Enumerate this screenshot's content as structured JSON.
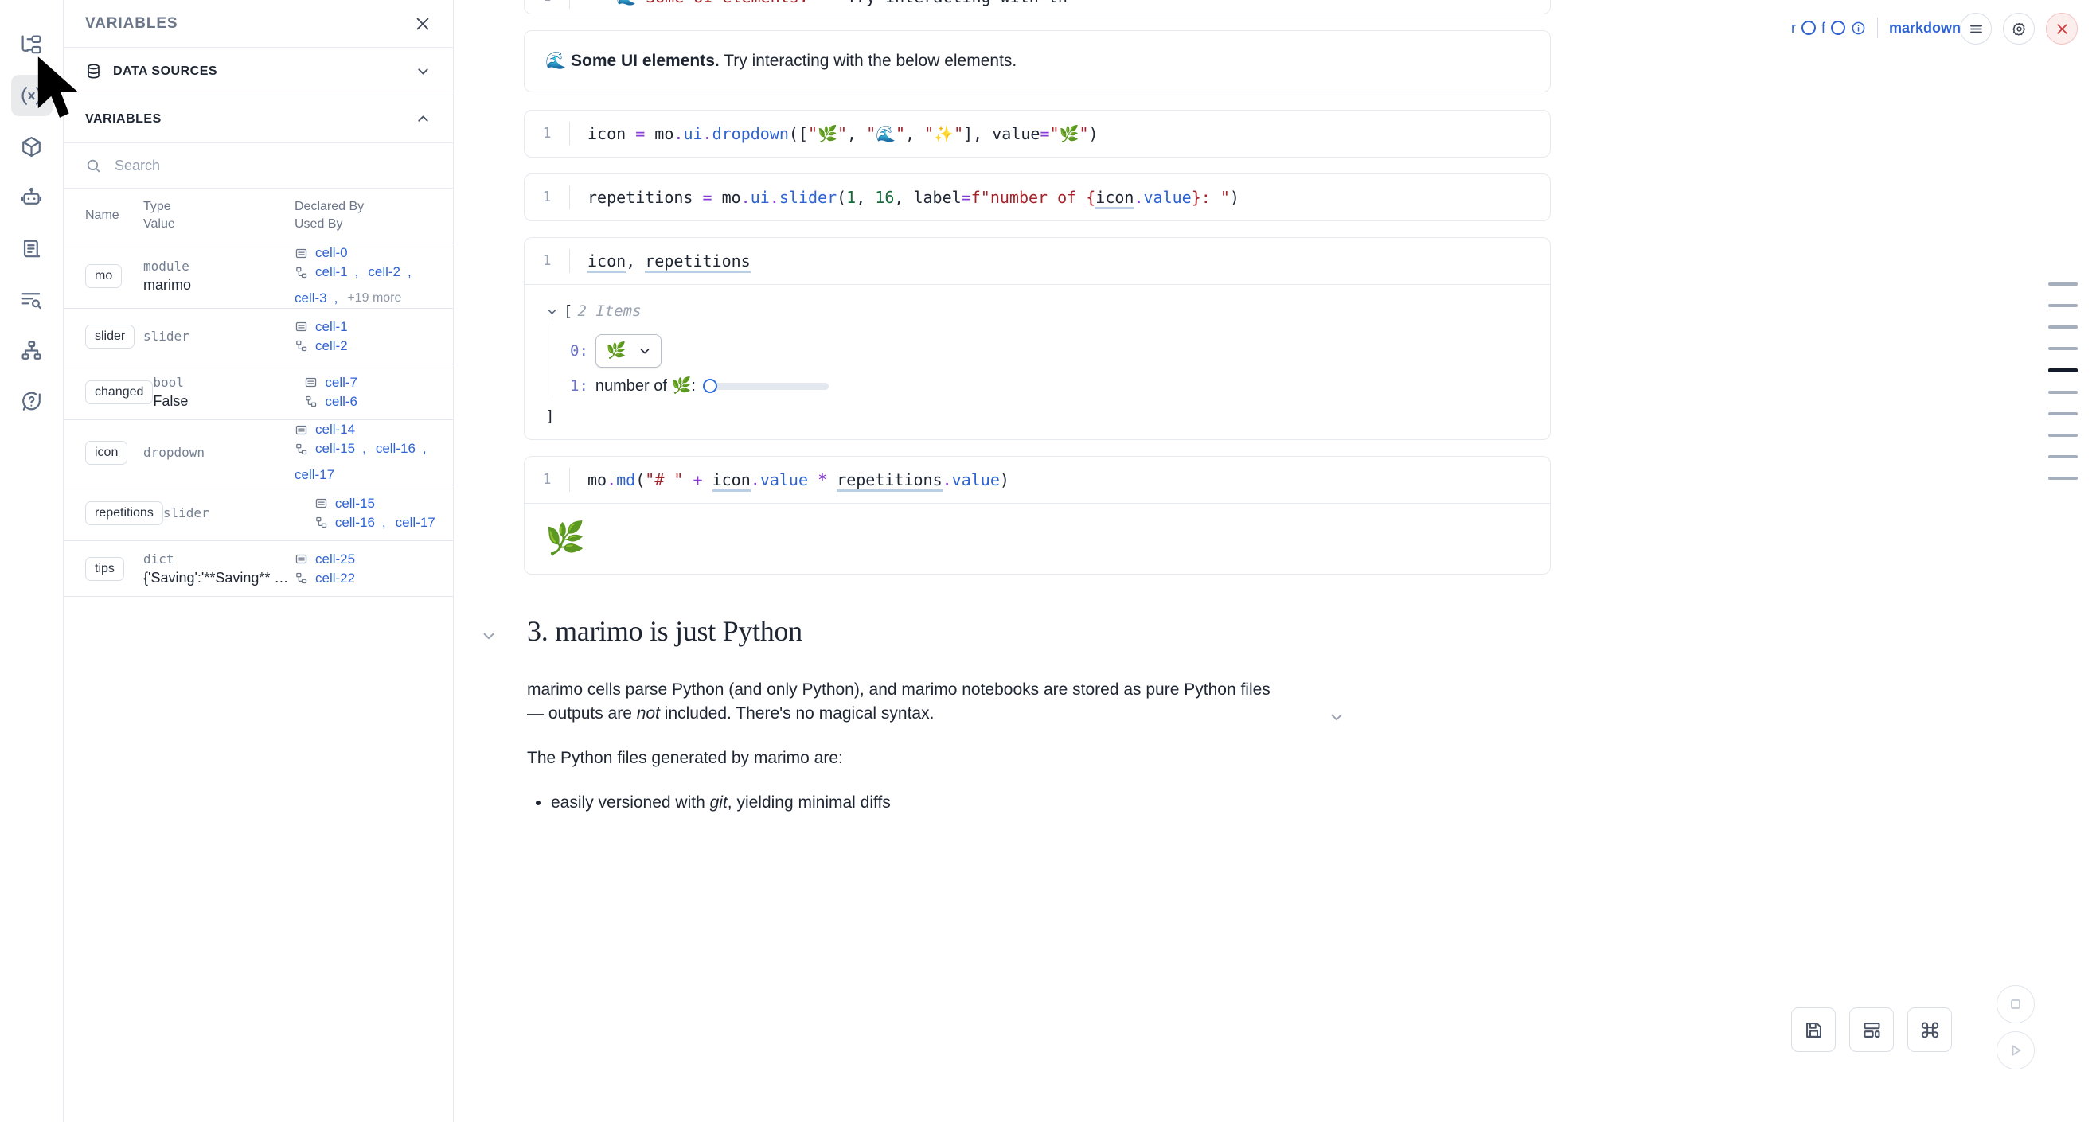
{
  "rail": {
    "items": [
      {
        "name": "file-tree-icon",
        "label": "File explorer",
        "active": false
      },
      {
        "name": "variables-icon",
        "label": "Variables",
        "active": true
      },
      {
        "name": "package-icon",
        "label": "Packages",
        "active": false
      },
      {
        "name": "robot-icon",
        "label": "AI assistant",
        "active": false
      },
      {
        "name": "scroll-icon",
        "label": "Documentation",
        "active": false
      },
      {
        "name": "logs-icon",
        "label": "Logs",
        "active": false
      },
      {
        "name": "dependency-graph-icon",
        "label": "Dependency graph",
        "active": false
      },
      {
        "name": "help-icon",
        "label": "Help",
        "active": false
      }
    ]
  },
  "panel": {
    "title": "VARIABLES",
    "close_label": "×",
    "sections": [
      {
        "label": "DATA SOURCES",
        "expanded": false,
        "chevron": "down"
      },
      {
        "label": "VARIABLES",
        "expanded": true,
        "chevron": "up"
      }
    ],
    "search": {
      "placeholder": "Search",
      "value": ""
    },
    "table": {
      "headers": {
        "name": "Name",
        "type": "Type",
        "value": "Value",
        "declared_by": "Declared By",
        "used_by": "Used By"
      },
      "rows": [
        {
          "name": "mo",
          "type": "module",
          "value": "marimo",
          "declared_by": [
            "cell-0"
          ],
          "used_by": [
            "cell-1",
            "cell-2",
            "cell-3"
          ],
          "used_by_more": "+19 more"
        },
        {
          "name": "slider",
          "type": "slider",
          "value": "",
          "declared_by": [
            "cell-1"
          ],
          "used_by": [
            "cell-2"
          ],
          "used_by_more": ""
        },
        {
          "name": "changed",
          "type": "bool",
          "value": "False",
          "declared_by": [
            "cell-7"
          ],
          "used_by": [
            "cell-6"
          ],
          "used_by_more": ""
        },
        {
          "name": "icon",
          "type": "dropdown",
          "value": "",
          "declared_by": [
            "cell-14"
          ],
          "used_by": [
            "cell-15",
            "cell-16",
            "cell-17"
          ],
          "used_by_more": ""
        },
        {
          "name": "repetitions",
          "type": "slider",
          "value": "",
          "declared_by": [
            "cell-15"
          ],
          "used_by": [
            "cell-16",
            "cell-17"
          ],
          "used_by_more": ""
        },
        {
          "name": "tips",
          "type": "dict",
          "value": "{'Saving':'**Saving** - _Na...",
          "declared_by": [
            "cell-25"
          ],
          "used_by": [
            "cell-22"
          ],
          "used_by_more": ""
        }
      ]
    }
  },
  "cell_toolbar": {
    "r_label": "r",
    "f_label": "f",
    "info_icon": "info-icon",
    "language": "markdown",
    "menu_icon": "hamburger-menu-icon",
    "settings_icon": "gear-icon",
    "close_icon": "close-icon"
  },
  "notebook": {
    "truncated_cell": {
      "line_number": "1",
      "source": "\"\"\"🌊 Some UI elements.\"\"\" Try interacting with th"
    },
    "markdown_output": {
      "emoji": "🌊",
      "bold": "Some UI elements.",
      "rest": " Try interacting with the below elements."
    },
    "cells": [
      {
        "line_number": "1",
        "code_plain": "icon = mo.ui.dropdown([\"🌿\", \"🌊\", \"✨\"], value=\"🌿\")"
      },
      {
        "line_number": "1",
        "code_plain": "repetitions = mo.ui.slider(1, 16, label=f\"number of {icon.value}: \")"
      },
      {
        "line_number": "1",
        "code_plain": "icon, repetitions"
      },
      {
        "line_number": "1",
        "code_plain": "mo.md(\"# \" + icon.value * repetitions.value)"
      }
    ],
    "tree_output": {
      "open_bracket": "[",
      "close_bracket": "]",
      "count_label": "2 Items",
      "items": [
        {
          "key": "0:",
          "kind": "dropdown",
          "value": "🌿"
        },
        {
          "key": "1:",
          "kind": "slider",
          "label": "number of 🌿:",
          "value": 1,
          "min": 1,
          "max": 16
        }
      ]
    },
    "final_output": {
      "emoji": "🌿"
    },
    "section3": {
      "heading": "3. marimo is just Python",
      "para1_a": "marimo cells parse Python (and only Python), and marimo notebooks are stored as pure Python files",
      "para1_b": "— outputs are ",
      "para1_i": "not",
      "para1_c": " included. There's no magical syntax.",
      "para2": "The Python files generated by marimo are:",
      "bullet1_a": "easily versioned with ",
      "bullet1_i": "git",
      "bullet1_b": ", yielding minimal diffs"
    }
  },
  "minimap": {
    "bars": [
      {
        "active": false
      },
      {
        "active": false
      },
      {
        "active": false
      },
      {
        "active": false
      },
      {
        "active": true
      },
      {
        "active": false
      },
      {
        "active": false
      },
      {
        "active": false
      },
      {
        "active": false
      },
      {
        "active": false
      }
    ]
  },
  "bottom_toolbar": {
    "buttons": [
      {
        "name": "save-button",
        "icon": "save-icon"
      },
      {
        "name": "layout-button",
        "icon": "layout-icon"
      },
      {
        "name": "command-palette-button",
        "icon": "command-icon"
      }
    ],
    "stop_icon": "stop-icon",
    "run_icon": "run-icon"
  },
  "colors": {
    "accent_link": "#2f63d4",
    "active_rail": "#e8eaec",
    "border": "#e6e9ee",
    "danger": "#d03a3a"
  }
}
